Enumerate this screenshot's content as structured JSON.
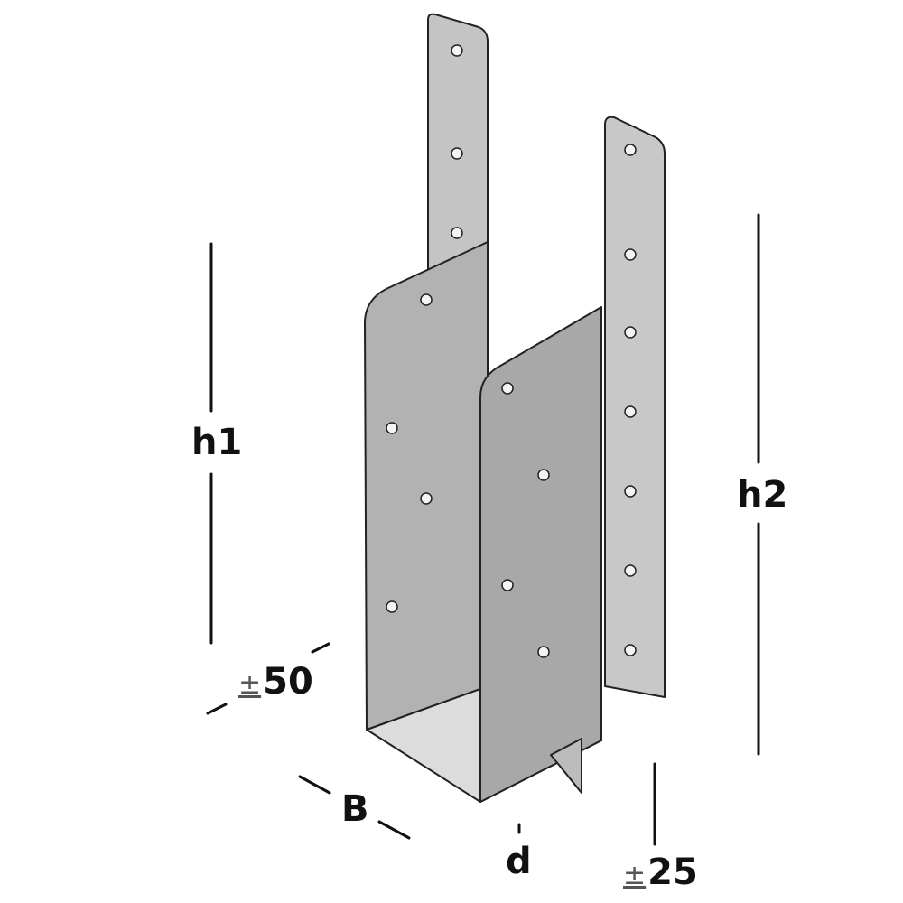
{
  "diagram": {
    "title": "Post base / U-shaped bracket with straps",
    "labels": {
      "h1": "h1",
      "h2": "h2",
      "B": "B",
      "d": "d",
      "tol50_sign": "±",
      "tol50_value": "50",
      "tol25_sign": "±",
      "tol25_value": "25"
    },
    "colors": {
      "plate_light": "#c8c8c8",
      "plate_mid": "#b4b4b4",
      "plate_dark": "#a6a6a6",
      "outline": "#222222",
      "dimension_line": "#111111"
    }
  }
}
